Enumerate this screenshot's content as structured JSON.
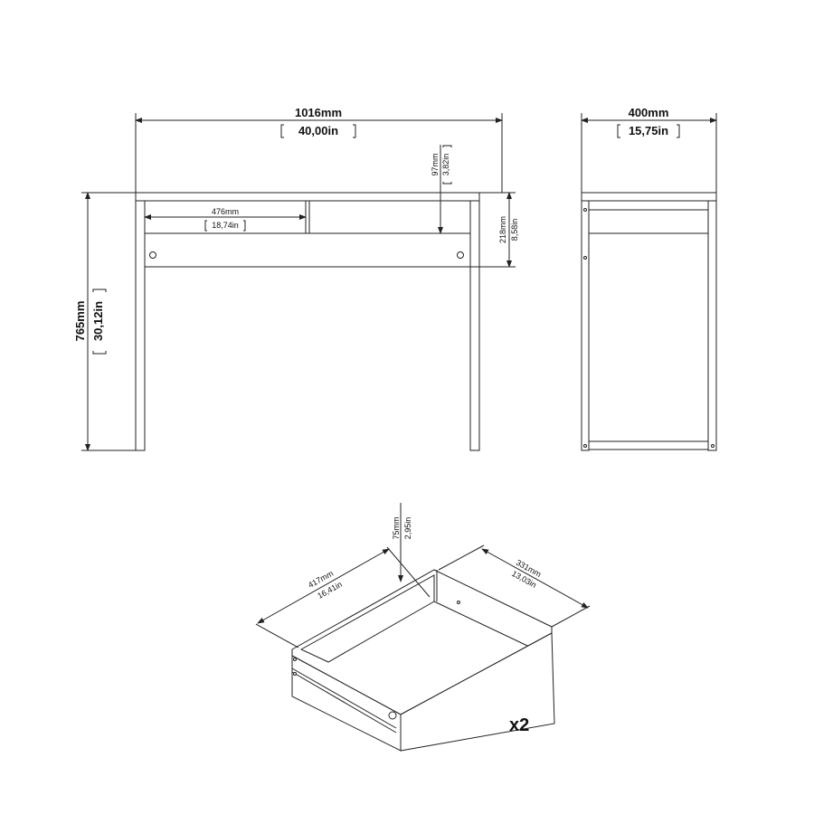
{
  "front_view": {
    "width": {
      "mm": "1016mm",
      "in": "40,00in"
    },
    "height": {
      "mm": "765mm",
      "in": "30,12in"
    },
    "drawer_width": {
      "mm": "476mm",
      "in": "18,74in"
    },
    "drawer_height": {
      "mm": "97mm",
      "in": "3,82in"
    },
    "apron_height": {
      "mm": "218mm",
      "in": "8,58in"
    }
  },
  "side_view": {
    "depth": {
      "mm": "400mm",
      "in": "15,75in"
    }
  },
  "drawer_view": {
    "height": {
      "mm": "75mm",
      "in": "2,95in"
    },
    "width": {
      "mm": "417mm",
      "in": "16,41in"
    },
    "depth": {
      "mm": "331mm",
      "in": "13,03in"
    },
    "quantity": "x2"
  }
}
